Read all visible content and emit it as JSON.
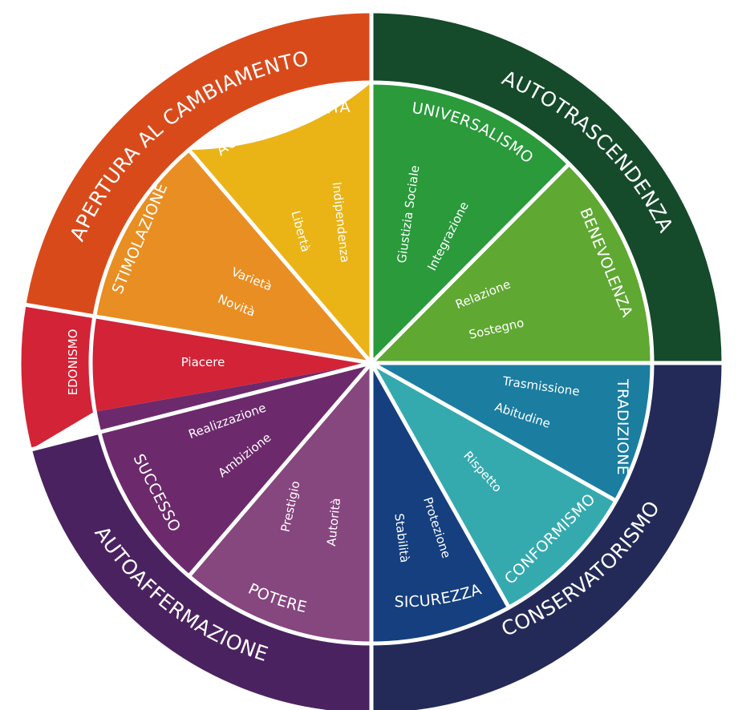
{
  "outer_groups": [
    {
      "id": "apertura",
      "label": "APERTURA AL CAMBIAMENTO",
      "color": "#d94a1b"
    },
    {
      "id": "autotrascendenza",
      "label": "AUTOTRASCENDENZA",
      "color": "#154a2b"
    },
    {
      "id": "conservatorismo",
      "label": "CONSERVATORISMO",
      "color": "#232a57"
    },
    {
      "id": "autoaffermazione",
      "label": "AUTOAFFERMAZIONE",
      "color": "#4b2260"
    }
  ],
  "values": [
    {
      "id": "autodirettivita",
      "label": "AUTODIRETTIVITÀ",
      "color": "#eab417",
      "sub": [
        "Indipendenza",
        "Libertà"
      ]
    },
    {
      "id": "universalismo",
      "label": "UNIVERSALISMO",
      "color": "#2a9a3b",
      "sub": [
        "Giustizia Sociale",
        "Integrazione"
      ]
    },
    {
      "id": "benevolenza",
      "label": "BENEVOLENZA",
      "color": "#5fa832",
      "sub": [
        "Relazione",
        "Sostegno"
      ]
    },
    {
      "id": "tradizione",
      "label": "TRADIZIONE",
      "color": "#1b7da0",
      "sub": [
        "Trasmissione",
        "Abitudine"
      ]
    },
    {
      "id": "conformismo",
      "label": "CONFORMISMO",
      "color": "#34aaae",
      "sub": [
        "Rispetto"
      ]
    },
    {
      "id": "sicurezza",
      "label": "SICUREZZA",
      "color": "#153f7e",
      "sub": [
        "Protezione",
        "Stabilità"
      ]
    },
    {
      "id": "potere",
      "label": "POTERE",
      "color": "#86467e",
      "sub": [
        "Prestigio",
        "Autorità"
      ]
    },
    {
      "id": "successo",
      "label": "SUCCESSO",
      "color": "#6c2a6c",
      "sub": [
        "Realizzazione",
        "Ambizione"
      ]
    },
    {
      "id": "edonismo",
      "label": "EDONISMO",
      "color": "#d22337",
      "sub": [
        "Piacere"
      ]
    },
    {
      "id": "stimolazione",
      "label": "STIMOLAZIONE",
      "color": "#e98e22",
      "sub": [
        "Varietà",
        "Novità"
      ]
    }
  ]
}
